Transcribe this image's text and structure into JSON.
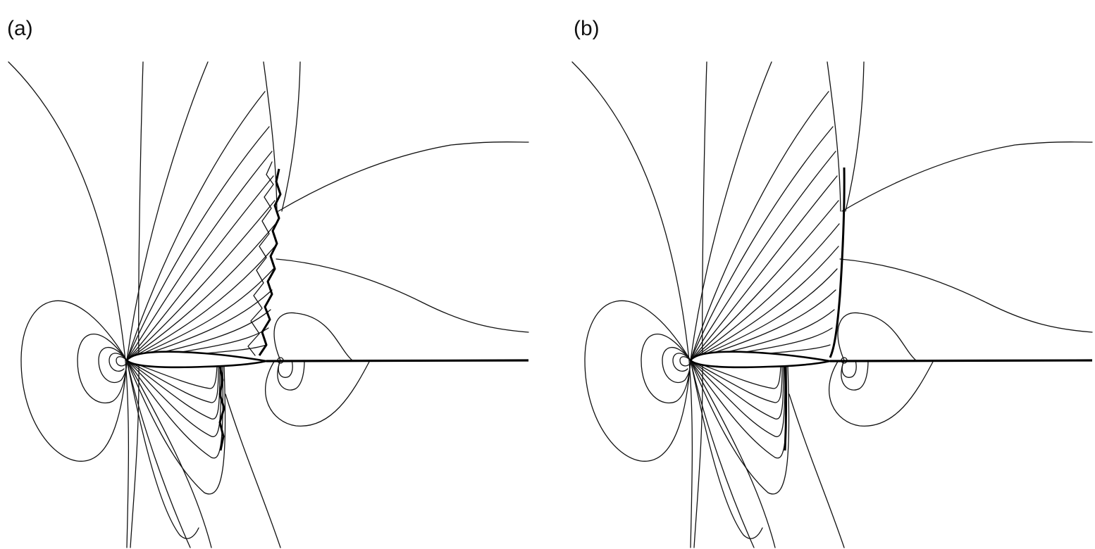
{
  "figure": {
    "panels": [
      {
        "id": "a",
        "label": "(a)"
      },
      {
        "id": "b",
        "label": "(b)"
      }
    ]
  }
}
